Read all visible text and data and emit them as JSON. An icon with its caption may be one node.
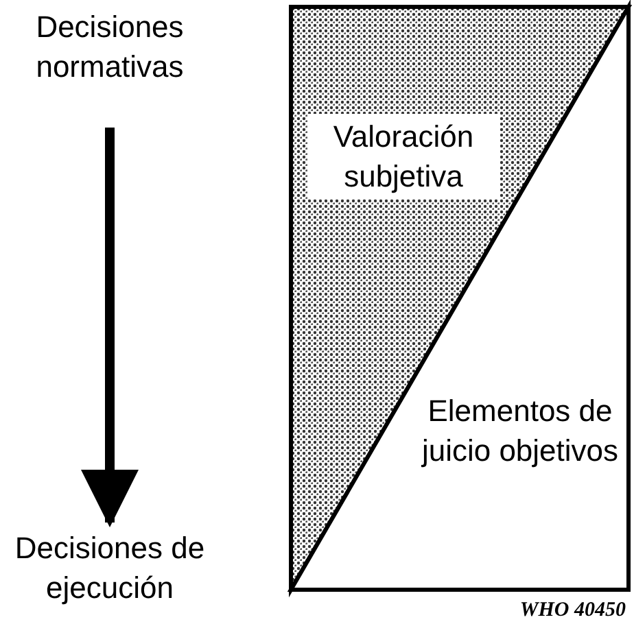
{
  "diagram": {
    "nodes": [
      {
        "text": [
          "Decisiones normativas"
        ]
      },
      {
        "text": [
          "Decisiones de ejecución"
        ]
      },
      {
        "text": [
          "Valoración subjetiva"
        ]
      },
      {
        "text": [
          "Elementos de juicio objetivos"
        ]
      }
    ],
    "edges": [
      {
        "from": 0,
        "to": 1,
        "arrow": "to"
      }
    ],
    "labels": [
      "WHO 40450"
    ]
  }
}
